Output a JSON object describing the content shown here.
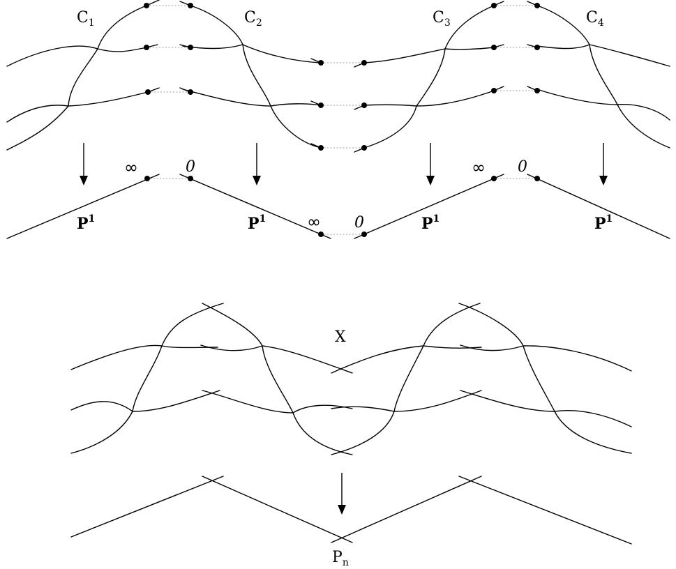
{
  "top_diagram": {
    "components": [
      {
        "name": "C",
        "sub": "1"
      },
      {
        "name": "C",
        "sub": "2"
      },
      {
        "name": "C",
        "sub": "3"
      },
      {
        "name": "C",
        "sub": "4"
      }
    ],
    "base_lines": [
      {
        "name": "P",
        "sup": "1"
      },
      {
        "name": "P",
        "sup": "1"
      },
      {
        "name": "P",
        "sup": "1"
      },
      {
        "name": "P",
        "sup": "1"
      }
    ],
    "node_labels": [
      "∞",
      "0",
      "∞",
      "0",
      "∞",
      "0"
    ]
  },
  "bottom_diagram": {
    "total_space_label": "X",
    "base_label": {
      "name": "P",
      "sub": "n"
    }
  }
}
